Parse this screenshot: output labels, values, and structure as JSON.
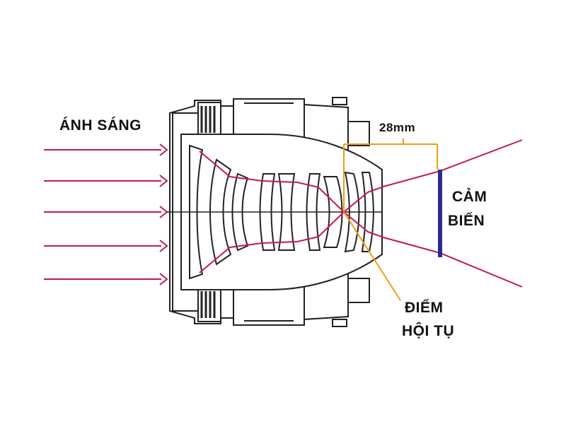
{
  "diagram": {
    "light_label": "ÁNH SÁNG",
    "distance_label": "28mm",
    "sensor_label_line1": "CẢM",
    "sensor_label_line2": "BIẾN",
    "focal_point_label_line1": "ĐIỂM",
    "focal_point_label_line2": "HỘI TỤ"
  },
  "colors": {
    "light_rays": "#c2185b",
    "lens_outline": "#222222",
    "dimension": "#f39c12",
    "sensor": "#2b2b8c"
  }
}
